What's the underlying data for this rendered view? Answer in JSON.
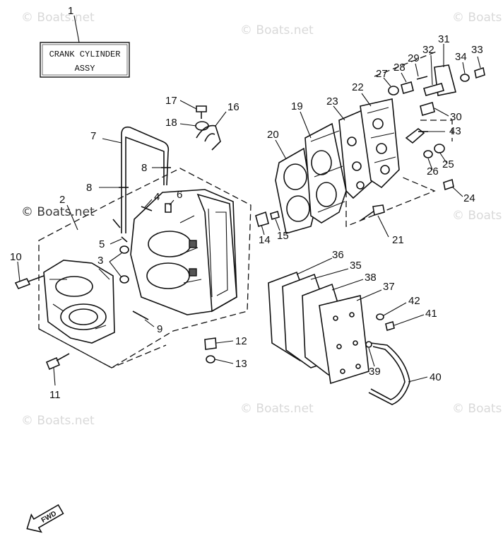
{
  "watermark": "© Boats.net",
  "assembly_box": {
    "ref": "1",
    "line1": "CRANK CYLINDER",
    "line2": "ASSY"
  },
  "callouts": [
    "1",
    "2",
    "3",
    "4",
    "5",
    "6",
    "7",
    "8",
    "8",
    "9",
    "10",
    "11",
    "12",
    "13",
    "14",
    "15",
    "16",
    "17",
    "18",
    "19",
    "20",
    "21",
    "22",
    "23",
    "24",
    "25",
    "26",
    "27",
    "28",
    "29",
    "30",
    "31",
    "32",
    "33",
    "34",
    "35",
    "36",
    "37",
    "38",
    "39",
    "40",
    "41",
    "42",
    "43"
  ],
  "fwd_label": "FWD"
}
